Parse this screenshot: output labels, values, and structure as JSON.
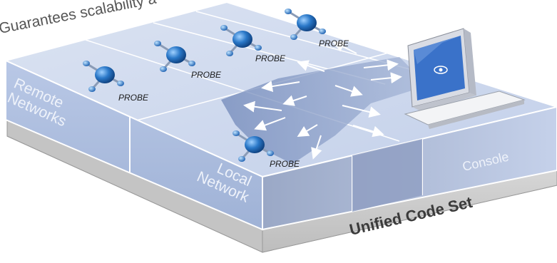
{
  "header": {
    "tagline": "Guarantees scalability a"
  },
  "blocks": {
    "remote_networks": [
      "Remote",
      "Networks"
    ],
    "local_network": [
      "Local",
      "Network"
    ],
    "console": "Console"
  },
  "base_label": "Unified Code Set",
  "probe_label": "PROBE",
  "colors": {
    "top": "#cfd9ec",
    "side": "#a9b9d8",
    "base_top": "#d8d8d8",
    "base_side": "#b8b8b8",
    "probe": "#2a78c8",
    "arrow": "#7f95c2"
  }
}
